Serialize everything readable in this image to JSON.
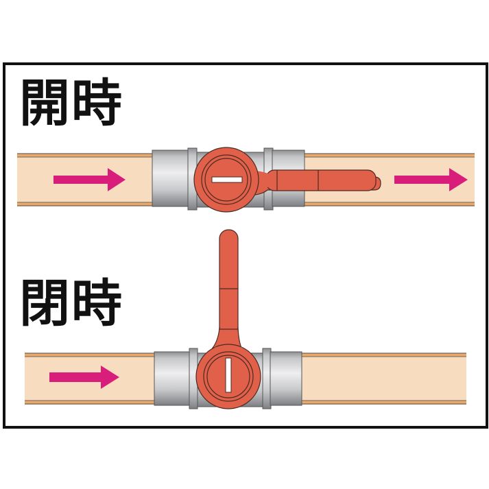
{
  "diagram": {
    "panels": [
      {
        "label": "開時",
        "state": "open",
        "flow_arrows": 2,
        "handle_orientation": "horizontal"
      },
      {
        "label": "閉時",
        "state": "closed",
        "flow_arrows": 1,
        "handle_orientation": "vertical"
      }
    ],
    "colors": {
      "pipe_fill": "#f8dcbf",
      "pipe_edge": "#e8a86a",
      "pipe_outline": "#7a6a5a",
      "valve_body_gray": "#c8c9cb",
      "handle_red": "#e0604a",
      "arrow_magenta": "#d81e7a",
      "frame": "#111111"
    }
  }
}
